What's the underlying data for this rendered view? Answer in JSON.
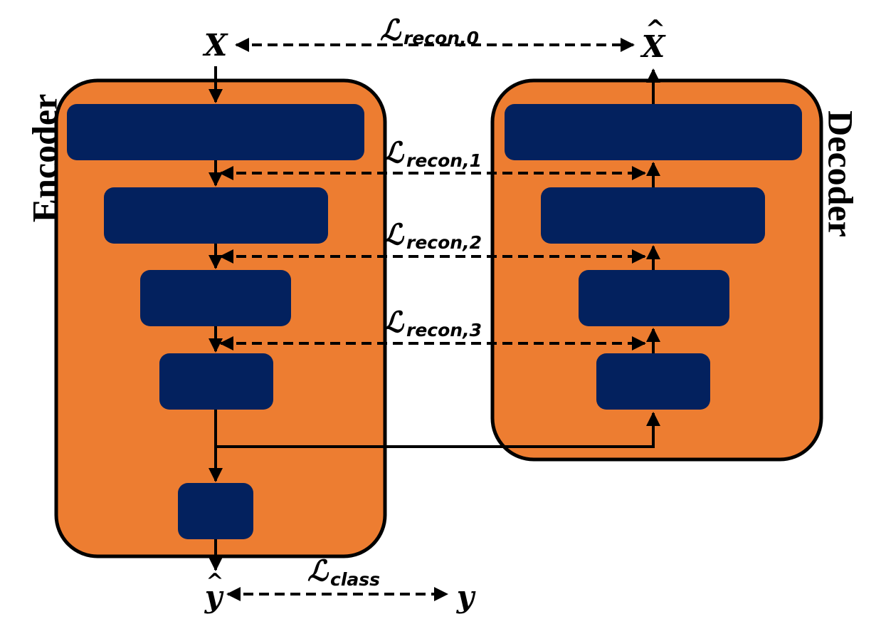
{
  "labels": {
    "encoder": "Encoder",
    "decoder": "Decoder",
    "input": "X",
    "output": "X",
    "output_hat": "^",
    "prediction": "y",
    "prediction_hat": "^",
    "target": "y"
  },
  "losses": [
    {
      "symbol": "ℒ",
      "subscript": "recon,0"
    },
    {
      "symbol": "ℒ",
      "subscript": "recon,1"
    },
    {
      "symbol": "ℒ",
      "subscript": "recon,2"
    },
    {
      "symbol": "ℒ",
      "subscript": "recon,3"
    },
    {
      "symbol": "ℒ",
      "subscript": "class"
    }
  ],
  "colors": {
    "panel": "#ed7d31",
    "block": "#03215e",
    "line": "#000000"
  }
}
